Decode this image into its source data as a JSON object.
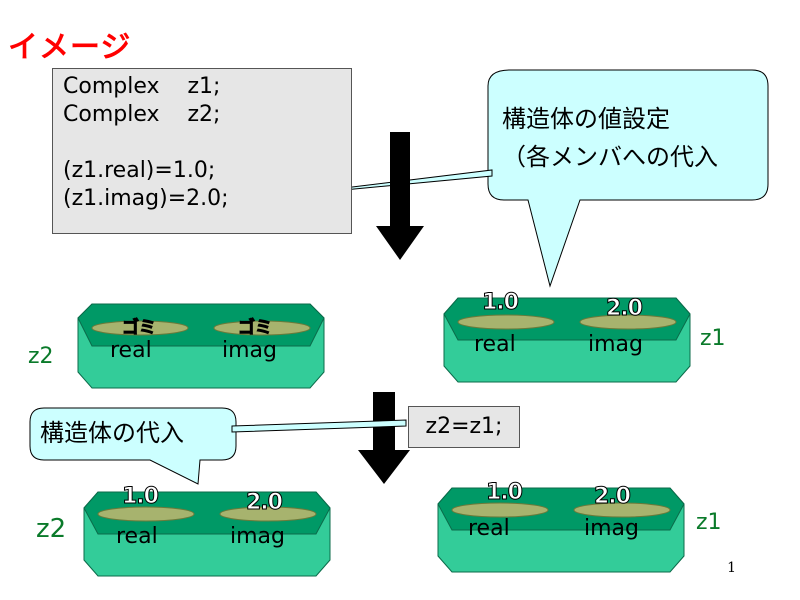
{
  "title": "イメージ",
  "code": {
    "lines": [
      "Complex    z1;",
      "Complex    z2;",
      "",
      "(z1.real)=1.0;",
      "(z1.imag)=2.0;"
    ]
  },
  "callout_top": {
    "line1": "構造体の値設定",
    "line2": "（各メンバへの代入"
  },
  "callout_left": {
    "text": "構造体の代入"
  },
  "assign_code": "z2=z1;",
  "structs": {
    "top_left": {
      "var": "z2",
      "real_label": "real",
      "imag_label": "imag",
      "real_value": "ゴミ",
      "imag_value": "ゴミ"
    },
    "top_right": {
      "var": "z1",
      "real_label": "real",
      "imag_label": "imag",
      "real_value": "1.0",
      "imag_value": "2.0"
    },
    "bot_left": {
      "var": "z2",
      "real_label": "real",
      "imag_label": "imag",
      "real_value": "1.0",
      "imag_value": "2.0"
    },
    "bot_right": {
      "var": "z1",
      "real_label": "real",
      "imag_label": "imag",
      "real_value": "1.0",
      "imag_value": "2.0"
    }
  },
  "page_number": "1",
  "colors": {
    "struct_top": "#009966",
    "struct_side": "#33cc99",
    "callout_fill": "#ccffff",
    "slot_fill": "#a7b36e",
    "arrow": "#000000"
  }
}
